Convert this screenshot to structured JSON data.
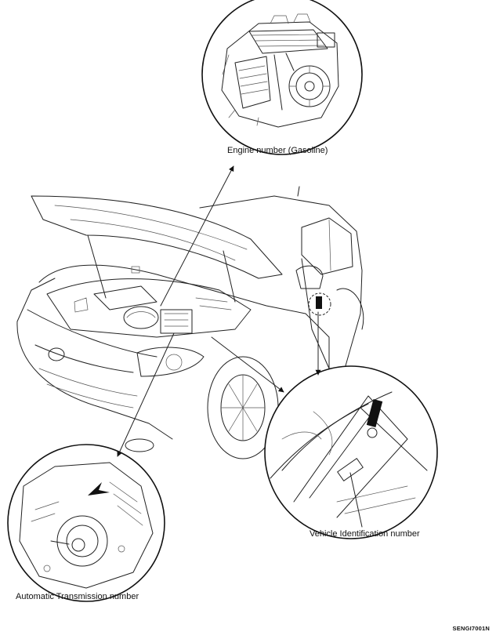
{
  "callouts": {
    "engine": "Engine number (Gasoline)",
    "vin": "Vehicle Identification number",
    "transmission": "Automatic Transmission number"
  },
  "figure_code": "SENGI7001N",
  "icons": [
    "engine-detail",
    "vehicle-outline",
    "transmission-detail",
    "vin-plate-detail"
  ]
}
